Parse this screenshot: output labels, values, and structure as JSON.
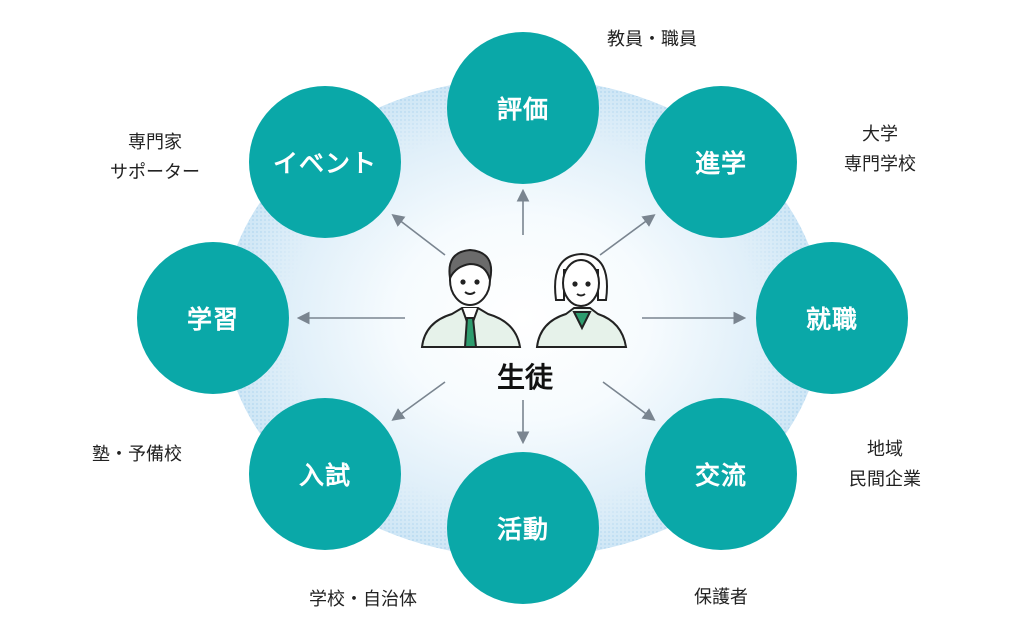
{
  "center": {
    "label": "生徒"
  },
  "nodes": [
    {
      "label": "評価"
    },
    {
      "label": "進学"
    },
    {
      "label": "就職"
    },
    {
      "label": "交流"
    },
    {
      "label": "活動"
    },
    {
      "label": "入試"
    },
    {
      "label": "学習"
    },
    {
      "label": "イベント"
    }
  ],
  "partners": [
    {
      "lines": [
        "教員・職員"
      ]
    },
    {
      "lines": [
        "大学",
        "専門学校"
      ]
    },
    {
      "lines": [
        "地域",
        "民間企業"
      ]
    },
    {
      "lines": [
        "保護者"
      ]
    },
    {
      "lines": [
        "学校・自治体"
      ]
    },
    {
      "lines": [
        "塾・予備校"
      ]
    },
    {
      "lines": [
        "専門家",
        "サポーター"
      ]
    }
  ],
  "colors": {
    "node": "#0aa8a8",
    "arrow": "#7a8590",
    "tie": "#2e9c6e"
  }
}
